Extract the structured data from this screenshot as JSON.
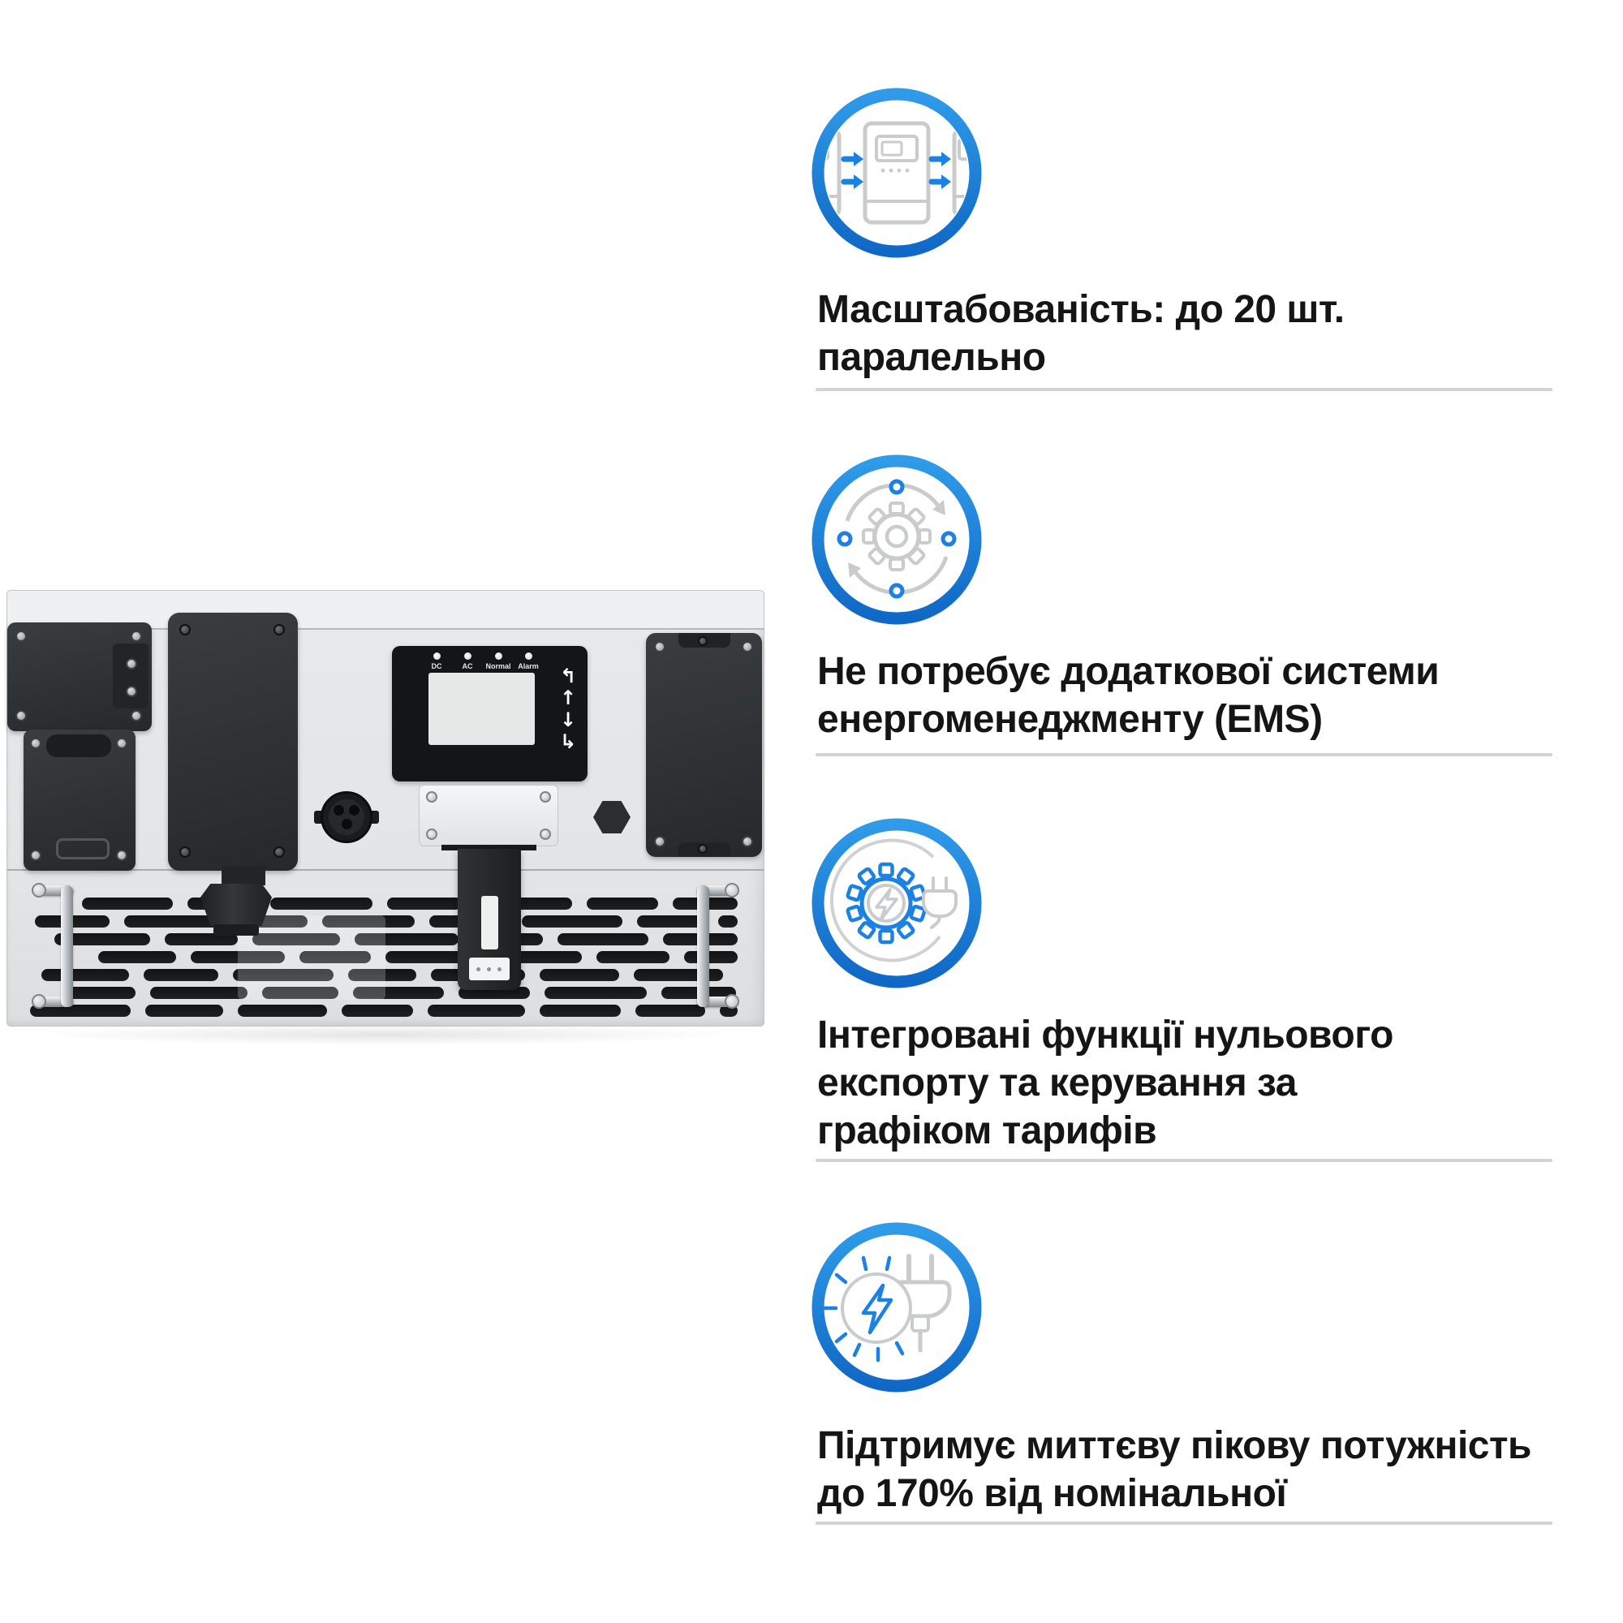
{
  "colors": {
    "accent_blue": "#1b82e3",
    "ring_blue_top": "#2f9be9",
    "ring_blue_bottom": "#0f68c5",
    "icon_gray": "#c9cbcd",
    "text": "#151515",
    "divider": "#d3d3d3"
  },
  "features": [
    {
      "id": "scalability",
      "icon": "parallel-inverters-icon",
      "text": "Масштабованість: до 20 шт.\nпаралельно"
    },
    {
      "id": "no-ems",
      "icon": "sync-gear-icon",
      "text": "Не потребує додаткової системи\nенергоменеджменту (EMS)"
    },
    {
      "id": "zero-export",
      "icon": "gear-plug-icon",
      "text": "Інтегровані функції нульового\nекспорту та керування за\nграфіком тарифів"
    },
    {
      "id": "peak-power",
      "icon": "plug-flash-icon",
      "text": "Підтримує миттєву пікову потужність\nдо 170% від номінальної"
    }
  ],
  "device": {
    "leds": [
      "DC",
      "AC",
      "Normal",
      "Alarm"
    ],
    "buttons": [
      "↰",
      "↑",
      "↓",
      "↳"
    ]
  }
}
